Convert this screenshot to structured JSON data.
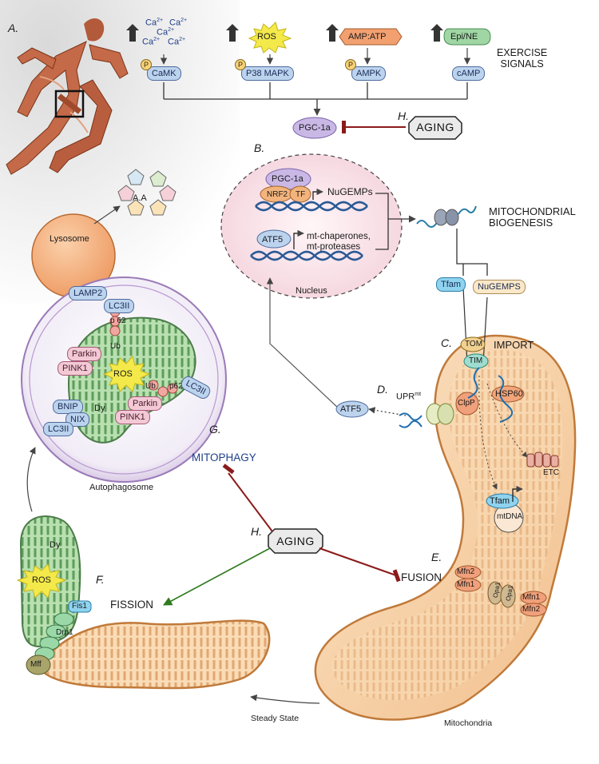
{
  "panels": {
    "a": "A.",
    "b": "B.",
    "c": "C.",
    "d": "D.",
    "e": "E.",
    "f": "F.",
    "g": "G.",
    "h_top": "H.",
    "h_mid": "H."
  },
  "signals": {
    "calcium": [
      "Ca",
      "Ca",
      "Ca",
      "Ca",
      "Ca"
    ],
    "calcium_charge": "2+",
    "ros": "ROS",
    "amp_atp": "AMP:ATP",
    "epi_ne": "Epi/NE",
    "camk": "CaMK",
    "p38": "P38 MAPK",
    "ampk": "AMPK",
    "camp": "cAMP",
    "phospho": "P",
    "exercise_signals": [
      "EXERCISE",
      "SIGNALS"
    ]
  },
  "nucleus": {
    "pgc_top": "PGC-1a",
    "pgc_inner": "PGC-1a",
    "nrf2": "NRF2",
    "tf": "TF",
    "nugemps": "NuGEMPs",
    "atf5": "ATF5",
    "chaperones": "mt-chaperones,",
    "proteases": "mt-proteases",
    "label": "Nucleus"
  },
  "biogenesis": [
    "MITOCHONDRIAL",
    "BIOGENESIS"
  ],
  "aging": "AGING",
  "import": {
    "tfam": "Tfam",
    "nugemps": "NuGEMPS",
    "tom": "TOM",
    "tim": "TIM",
    "label": "IMPORT",
    "hsp60": "HSP60",
    "clpp": "ClpP",
    "etc": "ETC",
    "tfam_inner": "Tfam",
    "mtdna": "mtDNA"
  },
  "uprmt": {
    "atf5": "ATF5",
    "label": "UPR",
    "label_sup": "mt"
  },
  "lysosome": {
    "label": "Lysosome",
    "aa": "A.A"
  },
  "autophagosome": {
    "lamp2": "LAMP2",
    "lc3ii_top": "LC3II",
    "p62_top": "p 62",
    "ub_top": "Ub",
    "parkin_left": "Parkin",
    "pink1_left": "PINK1",
    "ros": "ROS",
    "ub_right": "Ub",
    "p62_right": "p62",
    "lc3ii_right": "LC3II",
    "parkin_right": "Parkin",
    "pink1_right": "PINK1",
    "bnip": "BNIP",
    "nix": "NIX",
    "lc3ii_bottom": "LC3II",
    "dy": "Dy",
    "label": "Autophagosome"
  },
  "mitophagy": "MITOPHAGY",
  "fusion": {
    "label": "FUSION",
    "mfn2_a": "Mfn2",
    "mfn1_a": "Mfn1",
    "opa1_a": "Opa1",
    "opa1_b": "Opa1",
    "mfn1_b": "Mfn1",
    "mfn2_b": "Mfn2"
  },
  "fission": {
    "label": "FISSION",
    "dy": "Dy",
    "ros": "ROS",
    "fis1": "Fis1",
    "drp1": "Drp1",
    "mff": "Mff"
  },
  "steady_state": "Steady State",
  "mitochondria": "Mitochondria",
  "colors": {
    "inhibit": "#8b1a1a",
    "promote": "#2f7a1e",
    "mito_fill": "#f6d2a6",
    "mito_stroke": "#c07a3a",
    "lysosome": "#f2a46e"
  }
}
